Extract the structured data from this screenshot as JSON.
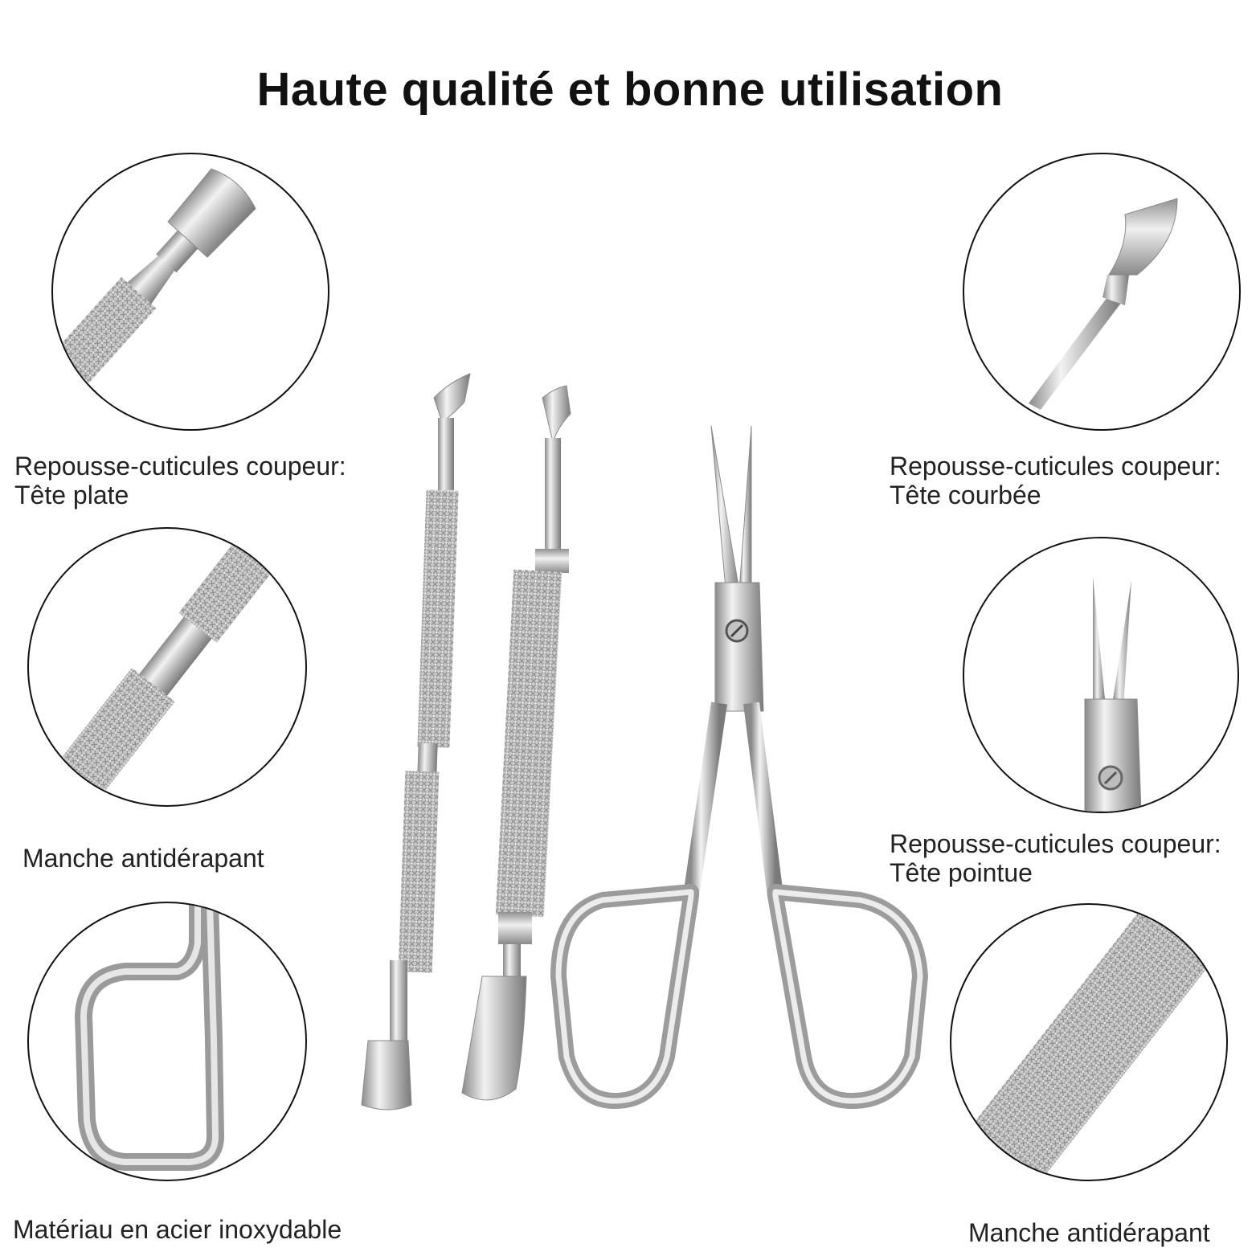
{
  "title": "Haute qualité et bonne utilisation",
  "captions": {
    "left_top": {
      "line1": "Repousse-cuticules coupeur:",
      "line2": "Tête plate"
    },
    "left_mid": "Manche antidérapant",
    "left_bottom": "Matériau en acier inoxydable",
    "right_top": {
      "line1": "Repousse-cuticules coupeur:",
      "line2": "Tête courbée"
    },
    "right_mid": {
      "line1": "Repousse-cuticules coupeur:",
      "line2": "Tête pointue"
    },
    "right_bottom": "Manche antidérapant"
  },
  "colors": {
    "steel_light": "#eeeeee",
    "steel_mid": "#b5b5b5",
    "steel_dark": "#7d7d7d",
    "outline": "#111111"
  },
  "icons": [
    "flat-head-pusher-icon",
    "knurled-handle-icon",
    "scissor-ring-icon",
    "curved-head-pusher-icon",
    "pointed-scissors-icon",
    "knurled-texture-icon"
  ]
}
